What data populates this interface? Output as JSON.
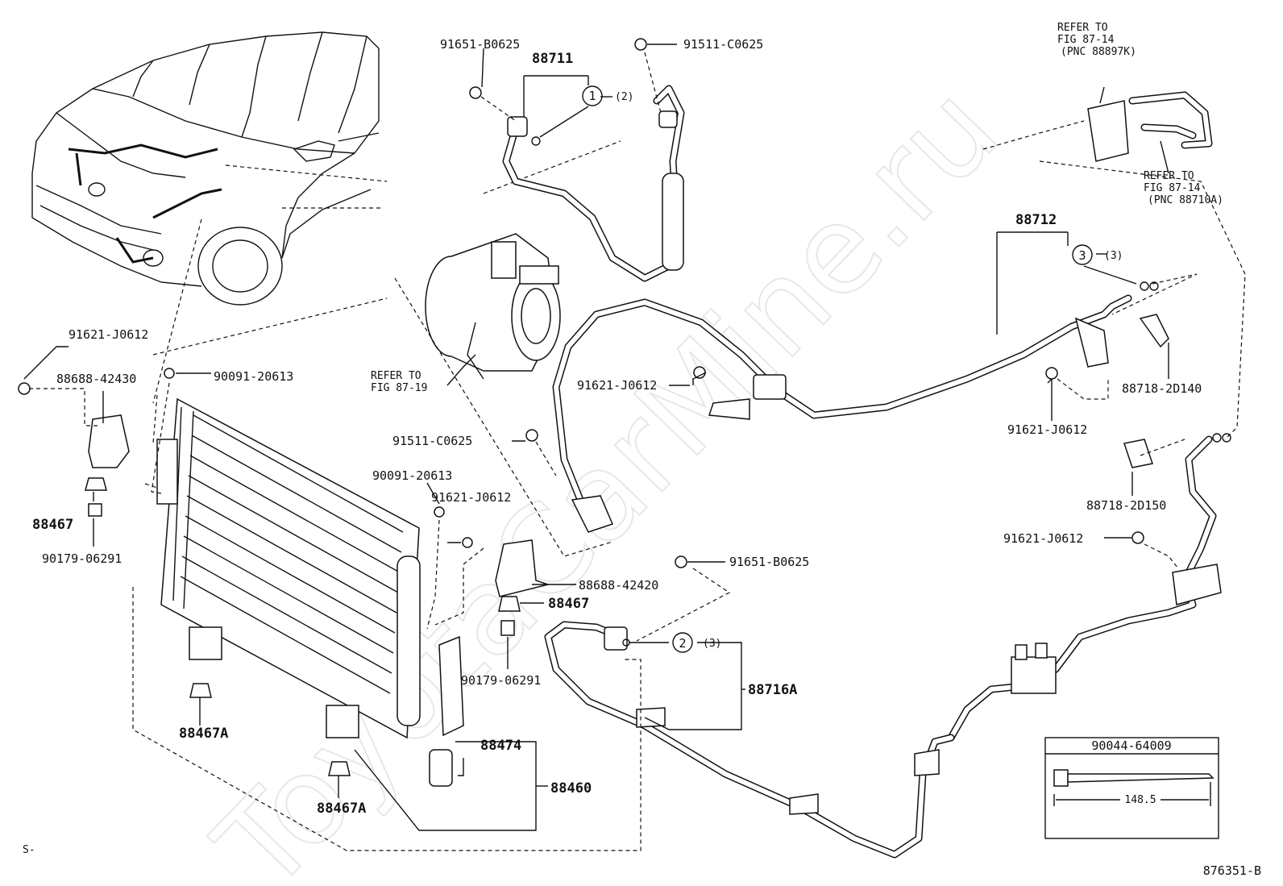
{
  "watermark": "ToyotaCarMine.ru",
  "figure_id": "876351-B",
  "corner_mark": "S-",
  "refer_notes": {
    "top_a": {
      "line1": "REFER TO",
      "line2": "FIG 87-14",
      "line3": "(PNC 88897K)"
    },
    "top_b": {
      "line1": "REFER TO",
      "line2": "FIG 87-14",
      "line3": "(PNC 88710A)"
    },
    "compressor": {
      "line1": "REFER TO",
      "line2": "FIG 87-19"
    }
  },
  "callouts": {
    "c1": {
      "num": "1",
      "qty": "(2)"
    },
    "c2": {
      "num": "2",
      "qty": "(3)"
    },
    "c3": {
      "num": "3",
      "qty": "(3)"
    }
  },
  "parts": {
    "p91651_top": "91651-B0625",
    "p88711": "88711",
    "p91511_top": "91511-C0625",
    "p88712": "88712",
    "p91621_left": "91621-J0612",
    "p88688_42430": "88688-42430",
    "p90091_top": "90091-20613",
    "p91621_mid": "91621-J0612",
    "p88718_2D140": "88718-2D140",
    "p91621_right": "91621-J0612",
    "p91511_mid": "91511-C0625",
    "p90091_mid": "90091-20613",
    "p91621_center": "91621-J0612",
    "p88467_left": "88467",
    "p90179_left": "90179-06291",
    "p88718_2D150": "88718-2D150",
    "p91621_lowright": "91621-J0612",
    "p91651_low": "91651-B0625",
    "p88688_42420": "88688-42420",
    "p88467_center": "88467",
    "p90179_center": "90179-06291",
    "p88716A": "88716A",
    "p88467A_a": "88467A",
    "p88467A_b": "88467A",
    "p88474": "88474",
    "p88460": "88460"
  },
  "clamp_box": {
    "part": "90044-64009",
    "dimension": "148.5"
  }
}
